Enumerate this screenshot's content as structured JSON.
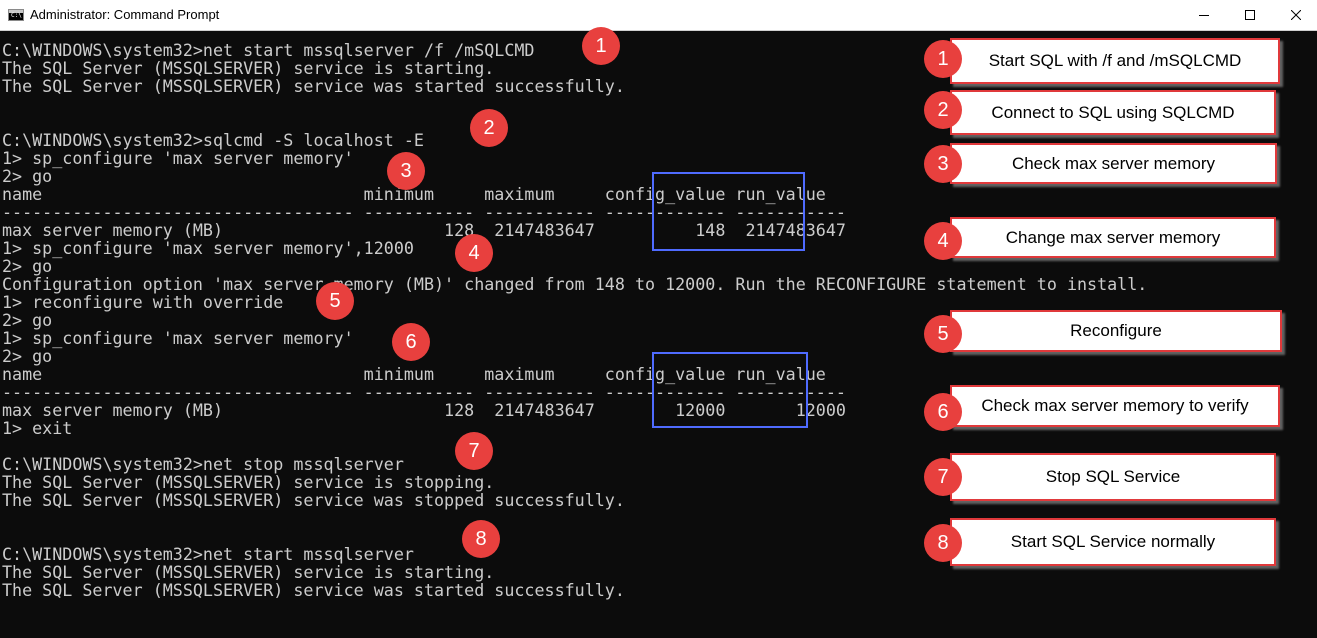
{
  "window": {
    "title": "Administrator: Command Prompt",
    "icon": "cmd-icon",
    "icon_text": "C:\\",
    "controls": [
      "minimize-icon",
      "maximize-icon",
      "close-icon"
    ]
  },
  "console": {
    "lines": [
      "C:\\WINDOWS\\system32>net start mssqlserver /f /mSQLCMD",
      "The SQL Server (MSSQLSERVER) service is starting.",
      "The SQL Server (MSSQLSERVER) service was started successfully.",
      "",
      "",
      "C:\\WINDOWS\\system32>sqlcmd -S localhost -E",
      "1> sp_configure 'max server memory'",
      "2> go",
      "name                                minimum     maximum     config_value run_value",
      "----------------------------------- ----------- ----------- ------------ -----------",
      "max server memory (MB)                      128  2147483647          148  2147483647",
      "1> sp_configure 'max server memory',12000",
      "2> go",
      "Configuration option 'max server memory (MB)' changed from 148 to 12000. Run the RECONFIGURE statement to install.",
      "1> reconfigure with override",
      "2> go",
      "1> sp_configure 'max server memory'",
      "2> go",
      "name                                minimum     maximum     config_value run_value",
      "----------------------------------- ----------- ----------- ------------ -----------",
      "max server memory (MB)                      128  2147483647        12000       12000",
      "1> exit",
      "",
      "C:\\WINDOWS\\system32>net stop mssqlserver",
      "The SQL Server (MSSQLSERVER) service is stopping.",
      "The SQL Server (MSSQLSERVER) service was stopped successfully.",
      "",
      "",
      "C:\\WINDOWS\\system32>net start mssqlserver",
      "The SQL Server (MSSQLSERVER) service is starting.",
      "The SQL Server (MSSQLSERVER) service was started successfully."
    ]
  },
  "markers": [
    "1",
    "2",
    "3",
    "4",
    "5",
    "6",
    "7",
    "8"
  ],
  "callouts": [
    {
      "number": "1",
      "label": "Start SQL with /f and /mSQLCMD"
    },
    {
      "number": "2",
      "label": "Connect to SQL using SQLCMD"
    },
    {
      "number": "3",
      "label": "Check max server memory"
    },
    {
      "number": "4",
      "label": "Change max server memory"
    },
    {
      "number": "5",
      "label": "Reconfigure"
    },
    {
      "number": "6",
      "label": "Check max server memory to verify"
    },
    {
      "number": "7",
      "label": "Stop SQL Service"
    },
    {
      "number": "8",
      "label": "Start SQL Service normally"
    }
  ],
  "colors": {
    "console_bg": "#0c0c0c",
    "console_text": "#cccccc",
    "highlight_box": "#4f6bff",
    "marker": "#e8403e",
    "callout_border": "#e0393b"
  }
}
